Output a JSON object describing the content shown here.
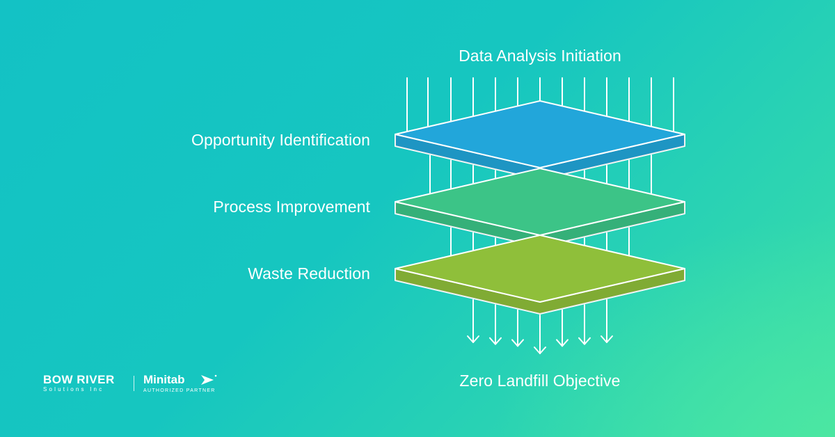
{
  "diagram": {
    "top_label": "Data Analysis Initiation",
    "bottom_label": "Zero Landfill Objective",
    "layers": [
      {
        "label": "Opportunity Identification",
        "color": "#22a6da"
      },
      {
        "label": "Process Improvement",
        "color": "#3cc487"
      },
      {
        "label": "Waste Reduction",
        "color": "#8fbf3a"
      }
    ],
    "stroke_color": "#ffffff"
  },
  "branding": {
    "company_name": "BOW RIVER",
    "company_sub": "Solutions Inc",
    "partner_name": "Minitab",
    "partner_tag": "AUTHORIZED PARTNER",
    "partner_icon": "minitab-arrow-icon"
  }
}
